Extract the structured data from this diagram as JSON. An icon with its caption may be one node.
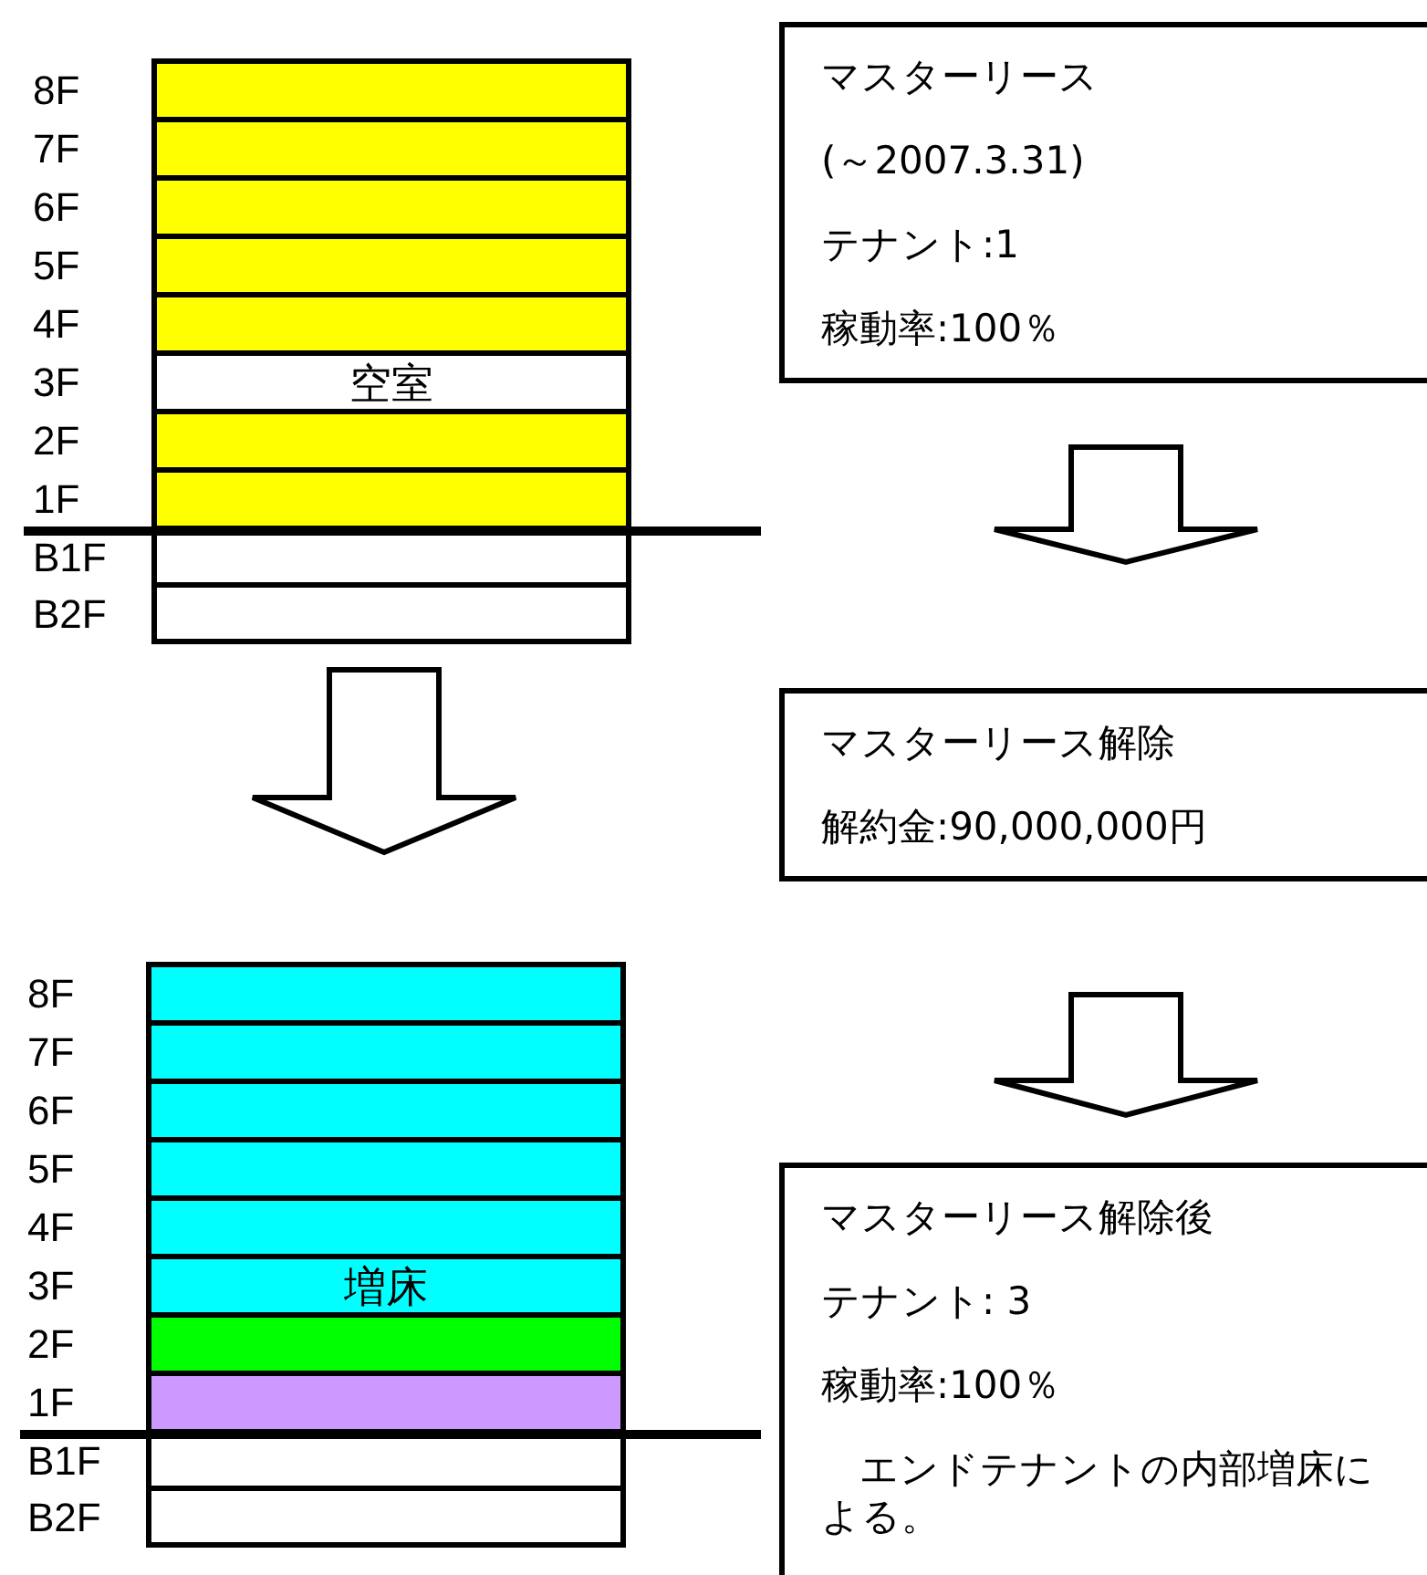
{
  "diagram": {
    "nodes": [
      {
        "text": [],
        "shape": "box"
      },
      {
        "text": [],
        "shape": "bar",
        "in": 0,
        "beside": [
          "8F"
        ]
      },
      {
        "text": [],
        "shape": "bar",
        "in": 0,
        "beside": [
          "7F"
        ]
      },
      {
        "text": [],
        "shape": "bar",
        "in": 0,
        "beside": [
          "6F"
        ]
      },
      {
        "text": [],
        "shape": "bar",
        "in": 0,
        "beside": [
          "5F"
        ]
      },
      {
        "text": [],
        "shape": "bar",
        "in": 0,
        "beside": [
          "4F"
        ]
      },
      {
        "text": [
          "空室"
        ],
        "in": 0,
        "beside": [
          "3F"
        ]
      },
      {
        "text": [],
        "shape": "bar",
        "in": 0,
        "beside": [
          "2F"
        ]
      },
      {
        "text": [],
        "shape": "bar",
        "in": 0,
        "beside": [
          "1F"
        ]
      },
      {
        "text": [],
        "shape": "bar",
        "in": 0,
        "beside": [
          "B1F"
        ]
      },
      {
        "text": [],
        "shape": "bar",
        "in": 0,
        "beside": [
          "B2F"
        ]
      },
      {
        "text": [
          "マスターリース",
          "(～2007.3.31)",
          "テナント:1",
          "稼動率:100％"
        ]
      },
      {
        "text": [
          "マスターリース解除",
          "解約金:90,000,000円"
        ]
      },
      {
        "text": [],
        "shape": "box"
      },
      {
        "text": [],
        "shape": "bar",
        "in": 13,
        "beside": [
          "8F"
        ]
      },
      {
        "text": [],
        "shape": "bar",
        "in": 13,
        "beside": [
          "7F"
        ]
      },
      {
        "text": [],
        "shape": "bar",
        "in": 13,
        "beside": [
          "6F"
        ]
      },
      {
        "text": [],
        "shape": "bar",
        "in": 13,
        "beside": [
          "5F"
        ]
      },
      {
        "text": [],
        "shape": "bar",
        "in": 13,
        "beside": [
          "4F"
        ]
      },
      {
        "text": [
          "増床"
        ],
        "in": 13,
        "beside": [
          "3F"
        ]
      },
      {
        "text": [],
        "shape": "bar",
        "in": 13,
        "beside": [
          "2F"
        ]
      },
      {
        "text": [],
        "shape": "bar",
        "in": 13,
        "beside": [
          "1F"
        ]
      },
      {
        "text": [],
        "shape": "bar",
        "in": 13,
        "beside": [
          "B1F"
        ]
      },
      {
        "text": [],
        "shape": "bar",
        "in": 13,
        "beside": [
          "B2F"
        ]
      },
      {
        "text": [
          "マスターリース解除後",
          "テナント: 3",
          "稼動率:100％",
          "　エンドテナントの内部増床による。"
        ]
      }
    ],
    "edges": [
      {
        "from": 11,
        "to": 12,
        "arrow": "to"
      },
      {
        "from": 0,
        "to": 13,
        "arrow": "to"
      },
      {
        "from": 12,
        "to": 24,
        "arrow": "to"
      }
    ]
  }
}
